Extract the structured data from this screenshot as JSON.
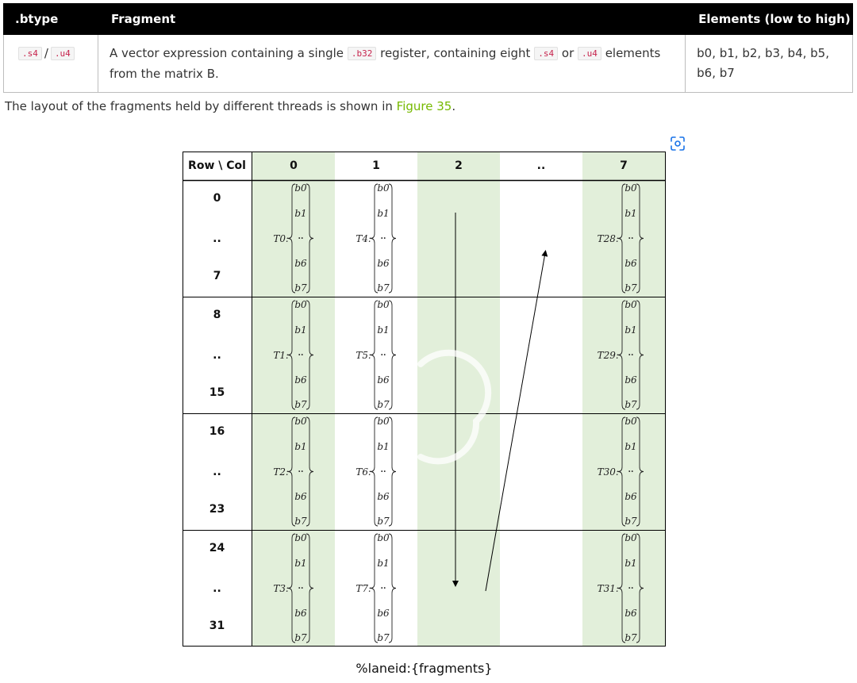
{
  "table": {
    "headers": [
      ".btype",
      "Fragment",
      "Elements (low to high)"
    ],
    "row": {
      "btype_codes": [
        ".s4",
        ".u4"
      ],
      "btype_sep": "/",
      "fragment": {
        "text1": "A vector expression containing a single",
        "code1": ".b32",
        "text2": "register, containing eight",
        "code2": ".s4",
        "text3": "or",
        "code3": ".u4",
        "text4": "elements from the matrix B."
      },
      "elements": "b0, b1, b2, b3, b4, b5, b6, b7"
    }
  },
  "caption": {
    "text": "The layout of the fragments held by different threads is shown in",
    "link": "Figure 35",
    "end": "."
  },
  "figure": {
    "corner_label": "Row \\ Col",
    "col_labels": [
      "0",
      "1",
      "2",
      "..",
      "7"
    ],
    "row_labels": [
      [
        "0",
        "..",
        "7"
      ],
      [
        "8",
        "..",
        "15"
      ],
      [
        "16",
        "..",
        "23"
      ],
      [
        "24",
        "..",
        "31"
      ]
    ],
    "threads": {
      "col0": [
        "T0:",
        "T1:",
        "T2:",
        "T3:"
      ],
      "col1": [
        "T4:",
        "T5:",
        "T6:",
        "T7:"
      ],
      "col7": [
        "T28:",
        "T29:",
        "T30:",
        "T31:"
      ]
    },
    "elements": [
      "b0",
      "b1",
      "..",
      "b6",
      "b7"
    ],
    "caption": "%laneid:{fragments}",
    "shaded_color": "#e2efda"
  }
}
